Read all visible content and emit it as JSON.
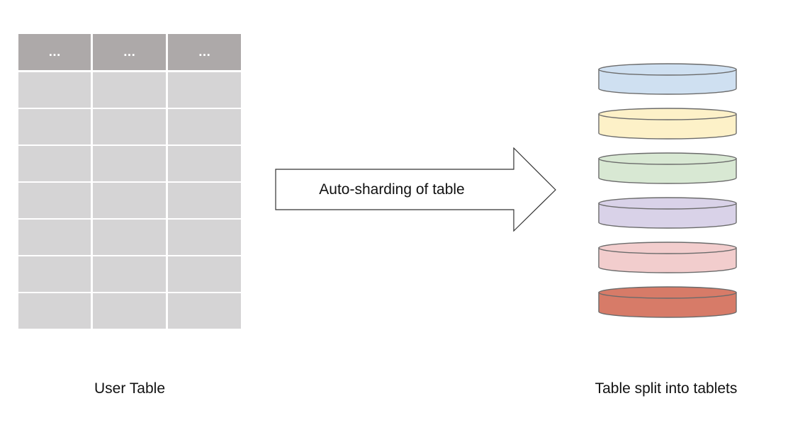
{
  "user_table": {
    "header_cells": [
      "...",
      "...",
      "..."
    ],
    "body_rows": 7,
    "header_color": "#ada9a9",
    "cell_color": "#d5d4d5",
    "caption": "User Table"
  },
  "arrow": {
    "label": "Auto-sharding of table"
  },
  "tablets": {
    "caption": "Table split into tablets",
    "colors": [
      "#cfe0f1",
      "#fdf1c8",
      "#d8e8d3",
      "#d9d2e8",
      "#f2cdcd",
      "#d77b68"
    ],
    "outline_color": "#6b6b6b"
  }
}
